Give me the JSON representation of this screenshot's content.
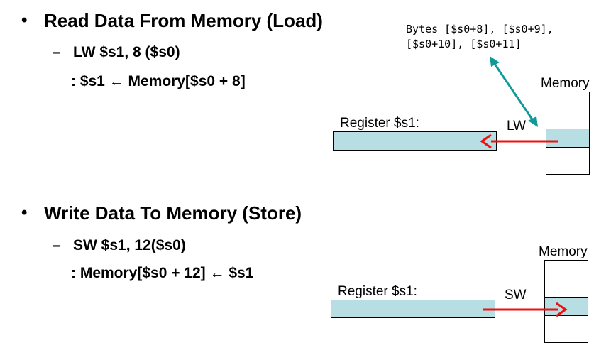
{
  "load": {
    "bullet": "•",
    "title": "Read Data From Memory (Load)",
    "dash": "–",
    "instruction": "LW $s1, 8 ($s0)",
    "effect": ": $s1 ← Memory[$s0 + 8]",
    "register_label": "Register $s1:",
    "memory_label": "Memory",
    "op_label": "LW",
    "bytes_note": "Bytes [$s0+8], [$s0+9],\n[$s0+10], [$s0+11]"
  },
  "store": {
    "bullet": "•",
    "title": "Write Data To Memory (Store)",
    "dash": "–",
    "instruction": "SW $s1, 12($s0)",
    "effect": ": Memory[$s0 + 12] ← $s1",
    "register_label": "Register $s1:",
    "memory_label": "Memory",
    "op_label": "SW"
  },
  "colors": {
    "cell_fill": "#b7dfe3",
    "data_arrow": "#ee1111",
    "note_arrow": "#11999a"
  }
}
